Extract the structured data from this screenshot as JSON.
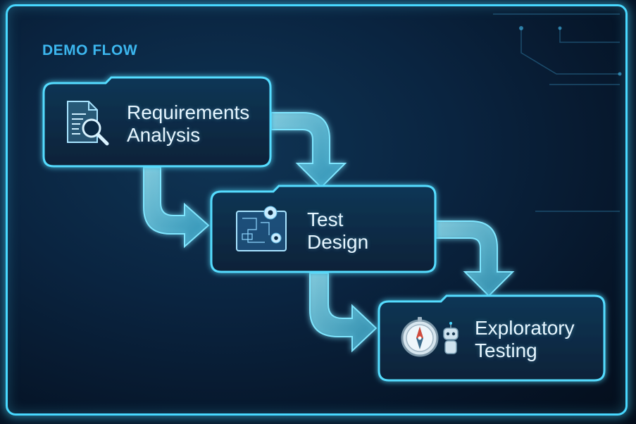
{
  "flow_title": "DEMO FLOW",
  "steps": [
    {
      "line1": "Requirements",
      "line2": "Analysis",
      "icon": "document-magnifier-icon"
    },
    {
      "line1": "Test",
      "line2": "Design",
      "icon": "blueprint-gears-icon"
    },
    {
      "line1": "Exploratory",
      "line2": "Testing",
      "icon": "compass-robot-icon"
    }
  ],
  "colors": {
    "accent": "#48d8ff",
    "title": "#3cb6ee",
    "card_fill": "#0b2a45",
    "text": "#e6f6ff",
    "background": "#061528"
  }
}
